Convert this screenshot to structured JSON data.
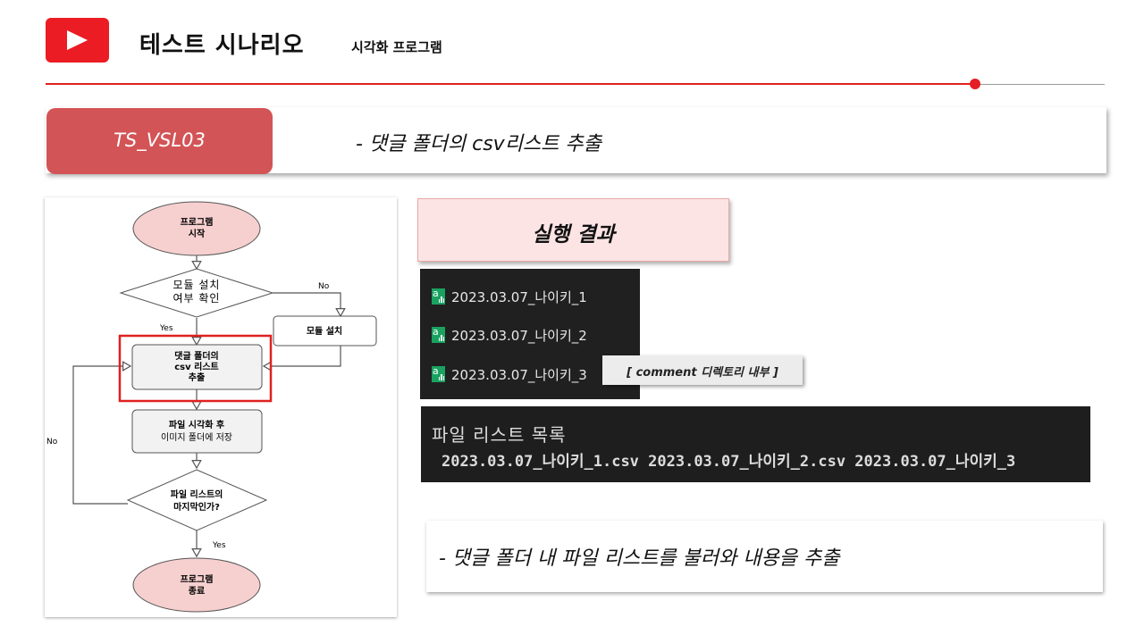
{
  "header": {
    "title": "테스트 시나리오",
    "subtitle": "시각화 프로그램"
  },
  "scenario": {
    "id": "TS_VSL03",
    "description": "- 댓글 폴더의 csv리스트 추출"
  },
  "flowchart": {
    "start": [
      "프로그램",
      "시작"
    ],
    "check": [
      "모듈 설치",
      "여부 확인"
    ],
    "install": "모듈 설치",
    "extract": [
      "댓글 폴더의",
      "csv 리스트",
      "추출"
    ],
    "visualize": [
      "파일 시각화 후",
      "이미지 폴더에 저장"
    ],
    "last": [
      "파일 리스트의",
      "마지막인가?"
    ],
    "end": [
      "프로그램",
      "종료"
    ],
    "label_no": "No",
    "label_yes": "Yes",
    "label_no_left": "No",
    "label_yes_bottom": "Yes"
  },
  "result": {
    "heading": "실행 결과",
    "files": [
      "2023.03.07_나이키_1",
      "2023.03.07_나이키_2",
      "2023.03.07_나이키_3"
    ],
    "tooltip": "[ comment 디렉토리 내부 ]",
    "console_title": "파일 리스트 목록",
    "console_list": "2023.03.07_나이키_1.csv 2023.03.07_나이키_2.csv 2023.03.07_나이키_3"
  },
  "bottom": {
    "description": "- 댓글 폴더 내 파일 리스트를 불러와 내용을 추출"
  },
  "colors": {
    "accent_red": "#ec1c24",
    "tag_red": "#d35456",
    "highlight_red": "#e02020",
    "node_pink": "#f6cfcf"
  }
}
